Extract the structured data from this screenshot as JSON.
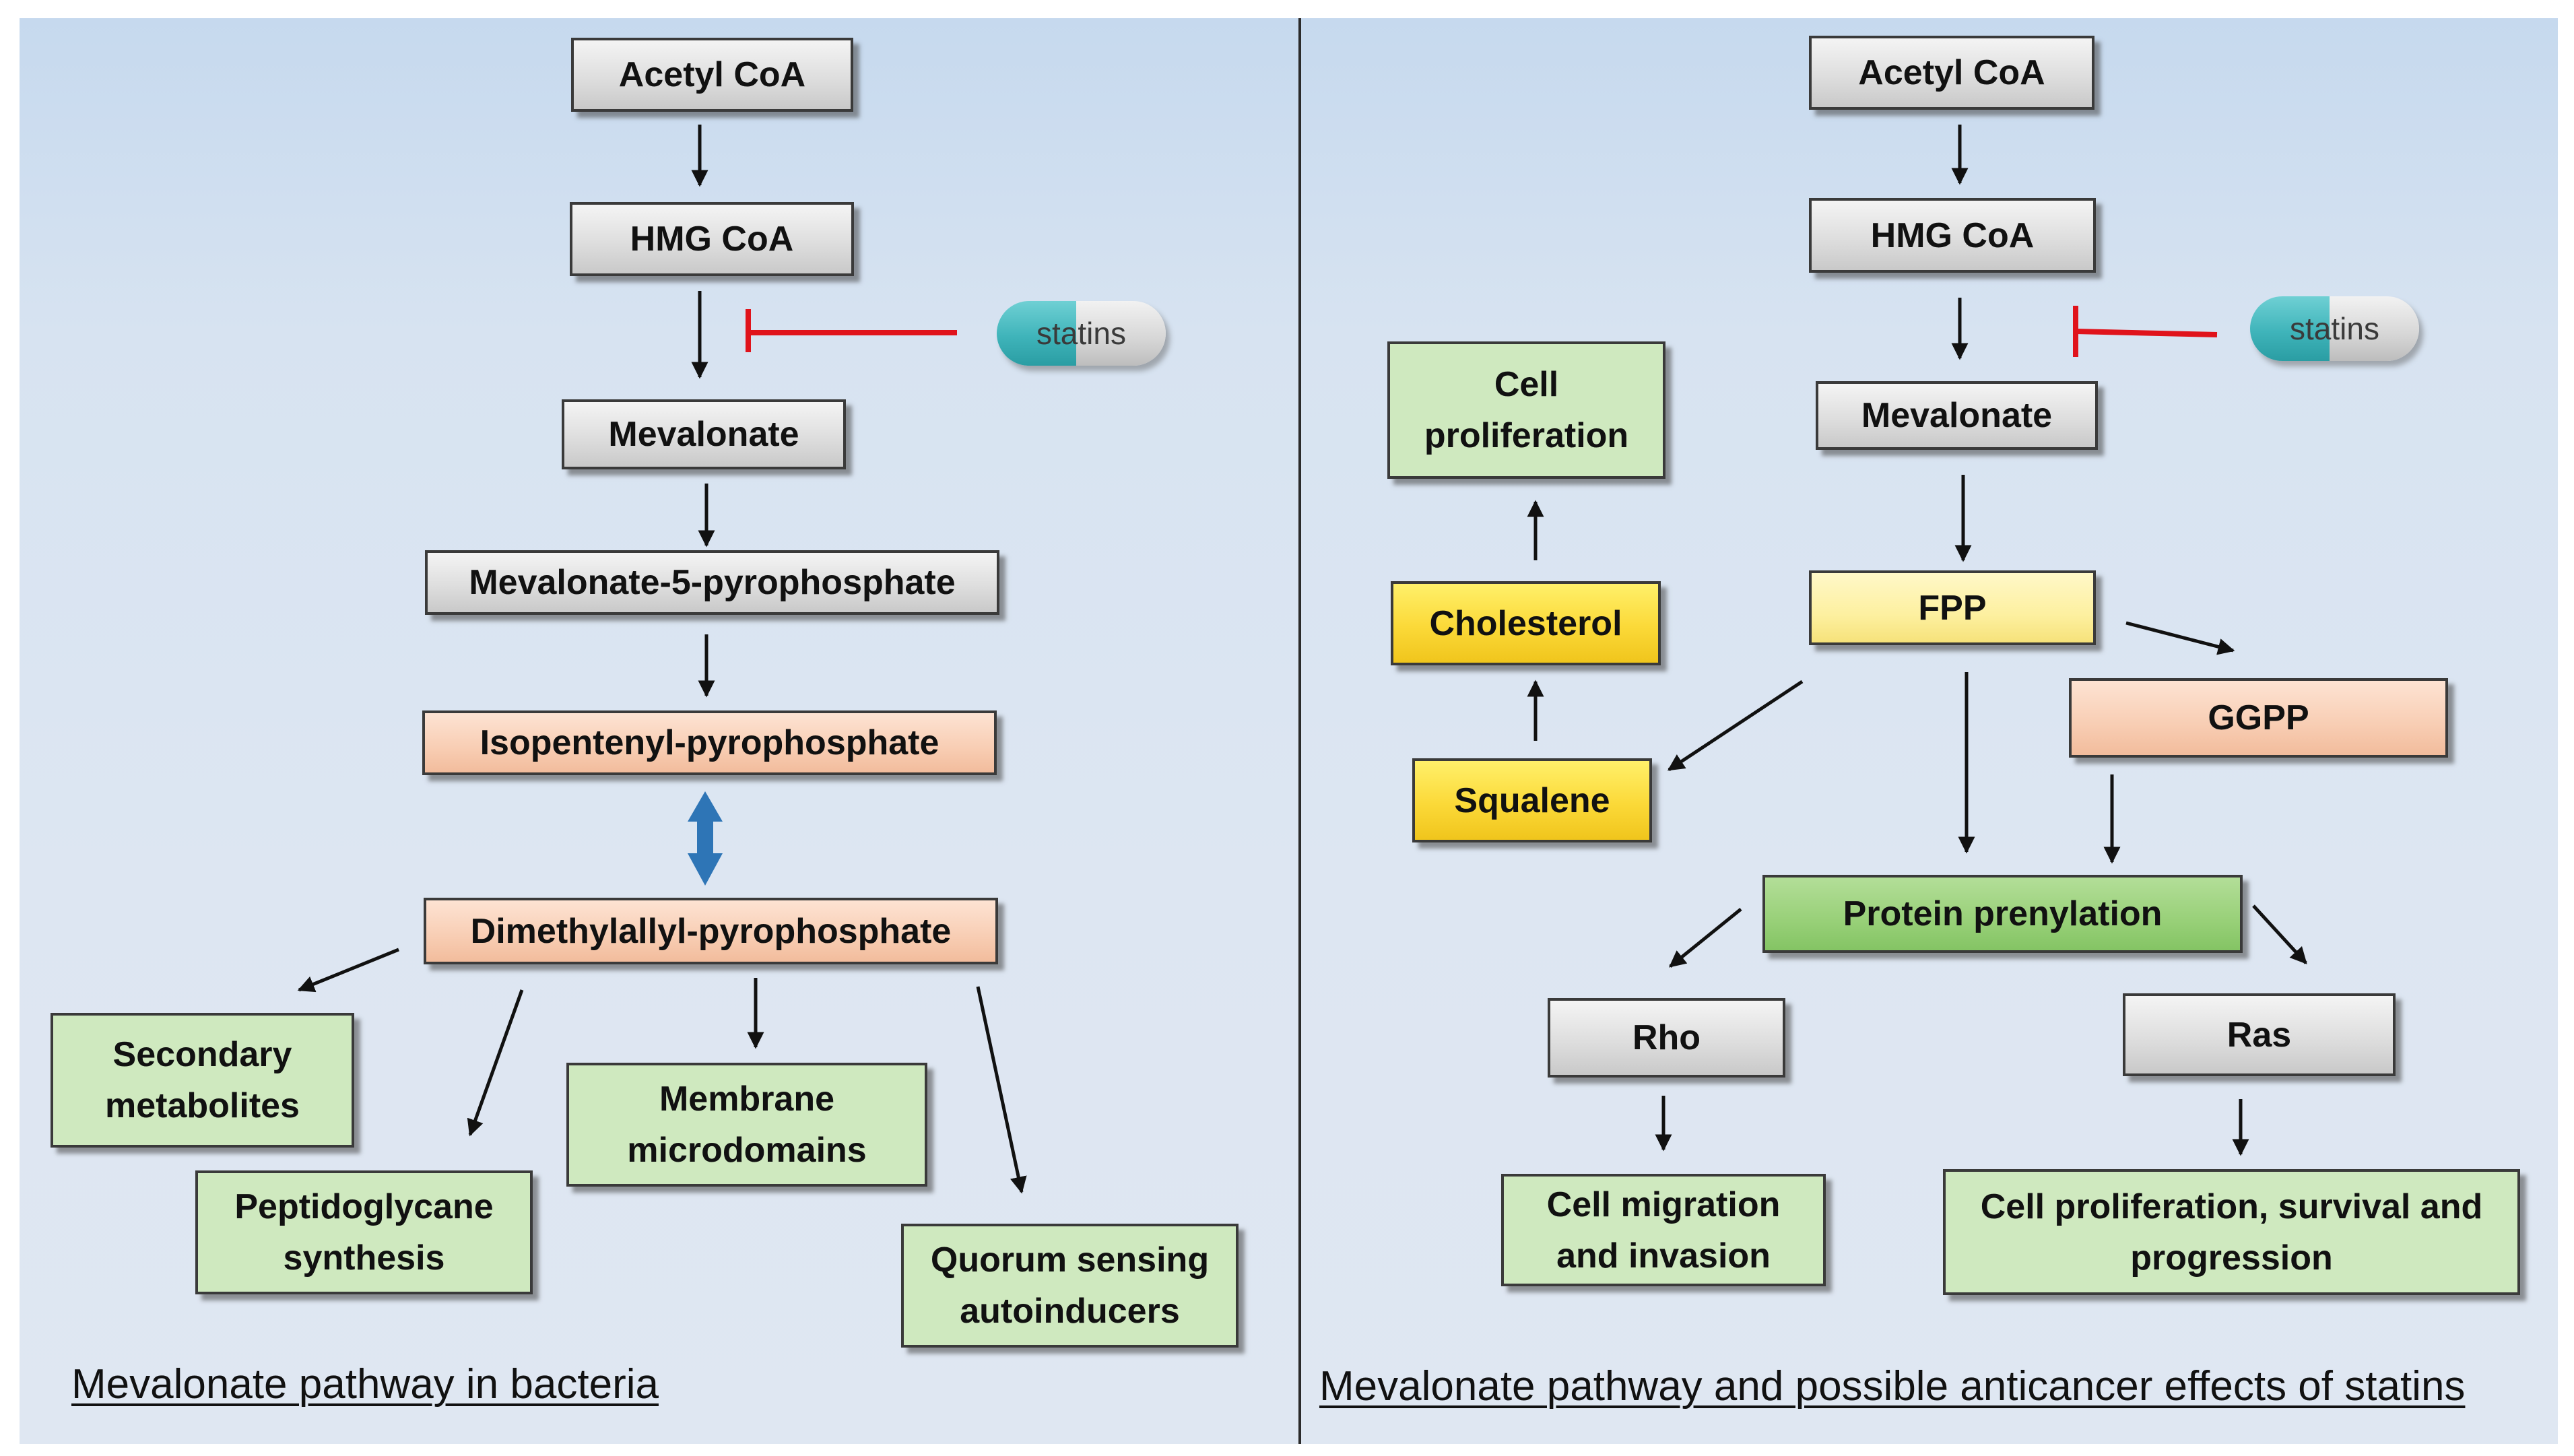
{
  "left_panel": {
    "caption": "Mevalonate pathway in bacteria",
    "nodes": {
      "acetyl_coa": "Acetyl CoA",
      "hmg_coa": "HMG CoA",
      "mevalonate": "Mevalonate",
      "mevalonate_5pp": "Mevalonate-5-pyrophosphate",
      "ipp": "Isopentenyl-pyrophosphate",
      "dmapp": "Dimethylallyl-pyrophosphate",
      "secondary": "Secondary metabolites",
      "peptidoglycane": "Peptidoglycane synthesis",
      "membrane": "Membrane microdomains",
      "quorum": "Quorum sensing autoinducers"
    },
    "inhibitor": "statins"
  },
  "right_panel": {
    "caption": "Mevalonate pathway and possible anticancer effects of statins",
    "nodes": {
      "acetyl_coa": "Acetyl CoA",
      "hmg_coa": "HMG CoA",
      "mevalonate": "Mevalonate",
      "fpp": "FPP",
      "ggpp": "GGPP",
      "squalene": "Squalene",
      "cholesterol": "Cholesterol",
      "cell_proliferation": "Cell proliferation",
      "protein_prenylation": "Protein prenylation",
      "rho": "Rho",
      "ras": "Ras",
      "migration": "Cell migration and invasion",
      "proliferation_survival": "Cell proliferation, survival and progression"
    },
    "inhibitor": "statins"
  },
  "colors": {
    "inhibition": "#e0131b",
    "interconversion": "#2e75b6",
    "arrow": "#111111",
    "box_grey": "#d9d9d9",
    "box_peach": "#f8cbad",
    "box_green": "#cfe9bf",
    "box_dark_green": "#93cf73",
    "box_yellow": "#fbd938",
    "box_light_yellow": "#fdf0a0",
    "pill_teal": "#3fb4ba"
  },
  "icons": [
    "inhibition-bar-icon",
    "double-headed-arrow-icon",
    "statin-pill-icon"
  ]
}
